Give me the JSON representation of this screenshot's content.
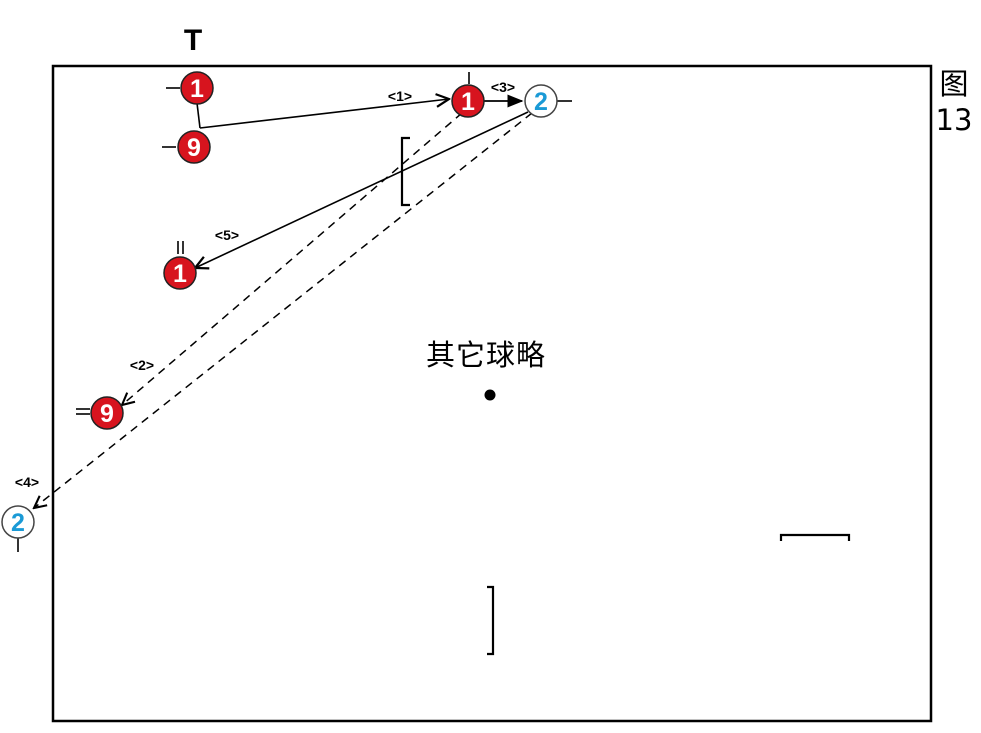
{
  "figure": {
    "title_chars": [
      "图",
      "13"
    ],
    "note": "其它球略",
    "top_marker": "T"
  },
  "players": [
    {
      "id": "p-1-start",
      "number": "1",
      "team": "red"
    },
    {
      "id": "p-9-start",
      "number": "9",
      "team": "red"
    },
    {
      "id": "p-1-forward",
      "number": "1",
      "team": "red"
    },
    {
      "id": "p-2-start",
      "number": "2",
      "team": "blue"
    },
    {
      "id": "p-1-end",
      "number": "1",
      "team": "red"
    },
    {
      "id": "p-9-end",
      "number": "9",
      "team": "red"
    },
    {
      "id": "p-2-end",
      "number": "2",
      "team": "blue"
    }
  ],
  "steps": [
    "<1>",
    "<2>",
    "<3>",
    "<4>",
    "<5>"
  ],
  "colors": {
    "red_fill": "#d7141e",
    "blue_text": "#1a9ad6",
    "line": "#000000",
    "background": "#ffffff"
  }
}
